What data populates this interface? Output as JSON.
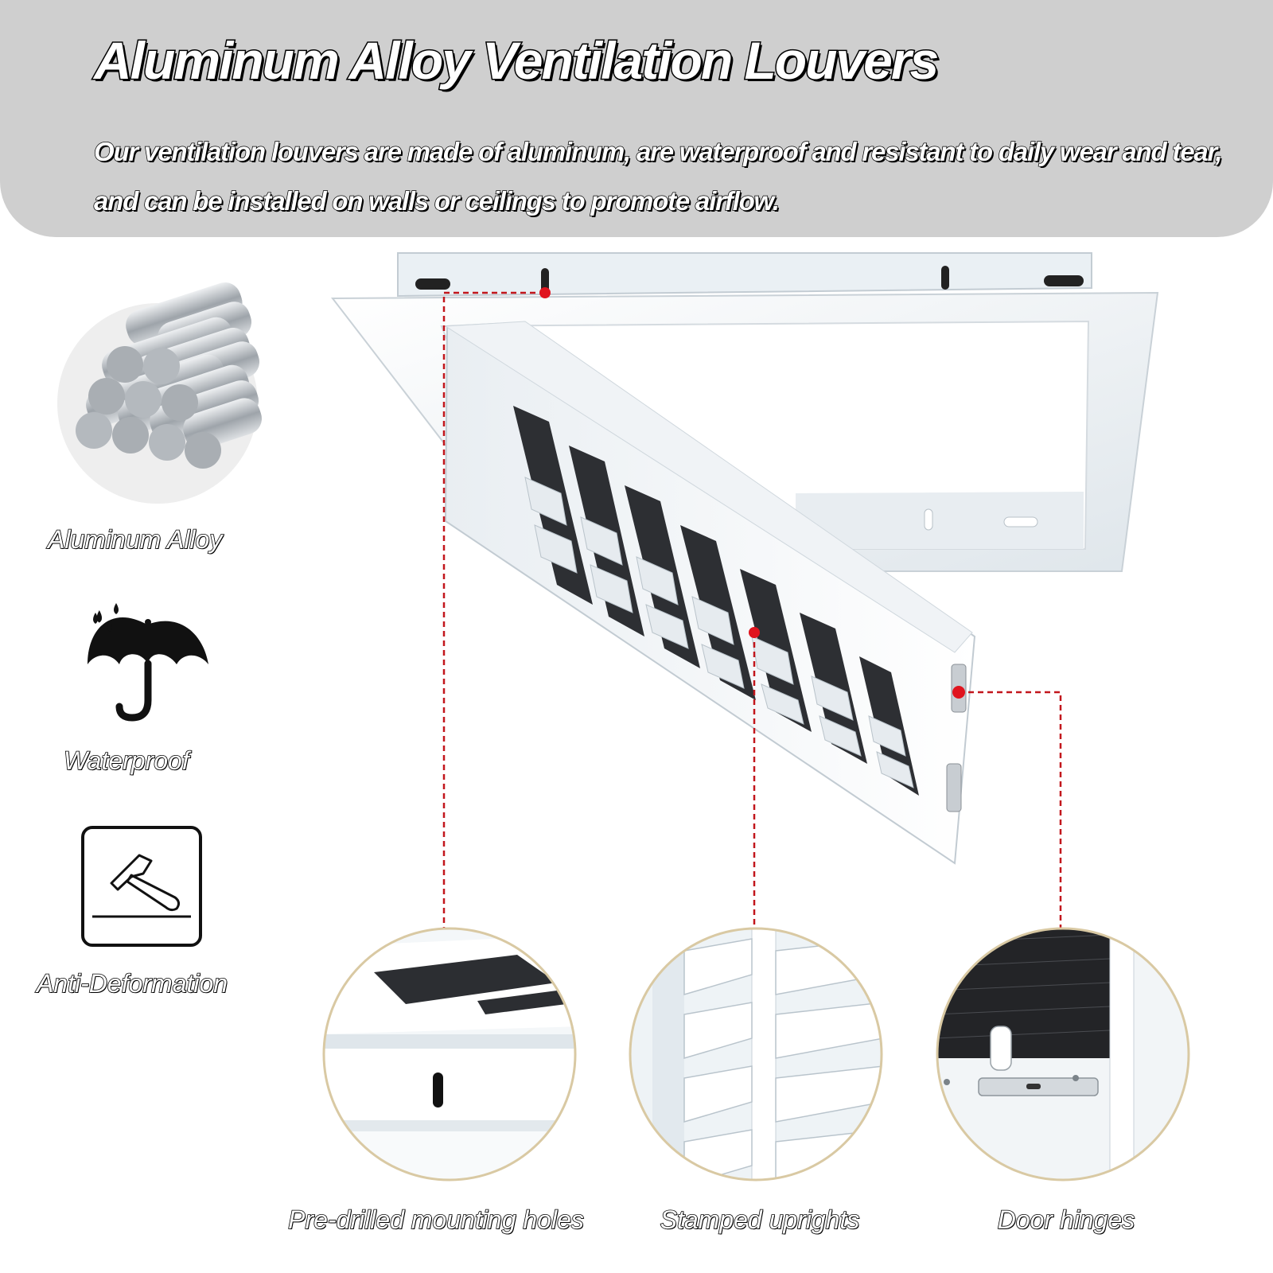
{
  "header": {
    "title": "Aluminum Alloy Ventilation Louvers",
    "description": "Our ventilation louvers are made of aluminum, are waterproof and resistant to daily wear and tear, and can be installed on walls or ceilings to promote airflow."
  },
  "features": [
    {
      "label": "Aluminum Alloy",
      "icon": "aluminum-rods-icon"
    },
    {
      "label": "Waterproof",
      "icon": "umbrella-icon"
    },
    {
      "label": "Anti-Deformation",
      "icon": "hammer-icon"
    }
  ],
  "details": [
    {
      "label": "Pre-drilled mounting holes"
    },
    {
      "label": "Stamped uprights"
    },
    {
      "label": "Door hinges"
    }
  ],
  "colors": {
    "header_band": "#cfcfcf",
    "callout": "#e0141e",
    "detail_ring": "#d9c9a3",
    "louver_white": "#f3f6f8",
    "louver_shadow": "#c5cdd3"
  }
}
